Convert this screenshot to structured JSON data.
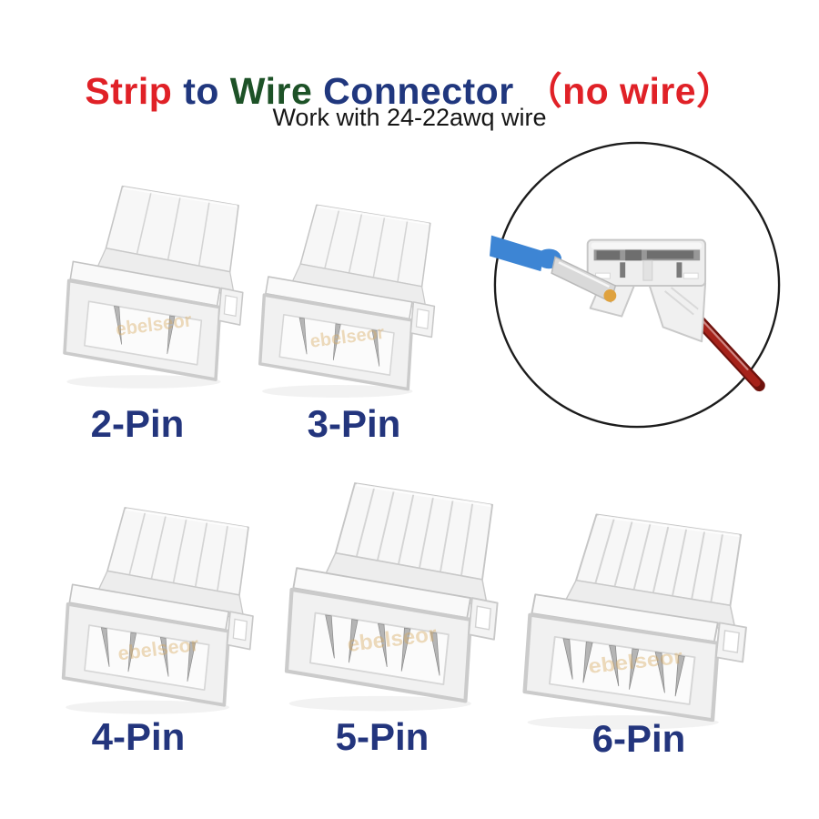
{
  "header": {
    "title_parts": [
      {
        "text": "Strip ",
        "color": "#e02127"
      },
      {
        "text": "to ",
        "color": "#20377e"
      },
      {
        "text": "Wire ",
        "color": "#1d5227"
      },
      {
        "text": "Connector ",
        "color": "#20377e"
      },
      {
        "text": "（no wire）",
        "color": "#e02127"
      }
    ],
    "subtitle": "Work with 24-22awq wire"
  },
  "connectors": [
    {
      "label": "2-Pin",
      "pins": 2
    },
    {
      "label": "3-Pin",
      "pins": 3
    },
    {
      "label": "4-Pin",
      "pins": 4
    },
    {
      "label": "5-Pin",
      "pins": 5
    },
    {
      "label": "6-Pin",
      "pins": 6
    }
  ],
  "label_color": "#23357d",
  "watermark": {
    "text": "ebelseor",
    "color": "rgba(216,168,90,0.40)"
  },
  "inset": {
    "circle_border": "#1c1c1c",
    "strip_color": "#3d85d4",
    "strip_edge": "#2d6cb4",
    "strip_tip_color": "#d9d9d9",
    "pad_color": "#dfa23f",
    "wire_color": "#a6221a",
    "wire_dark": "#6e120d"
  }
}
